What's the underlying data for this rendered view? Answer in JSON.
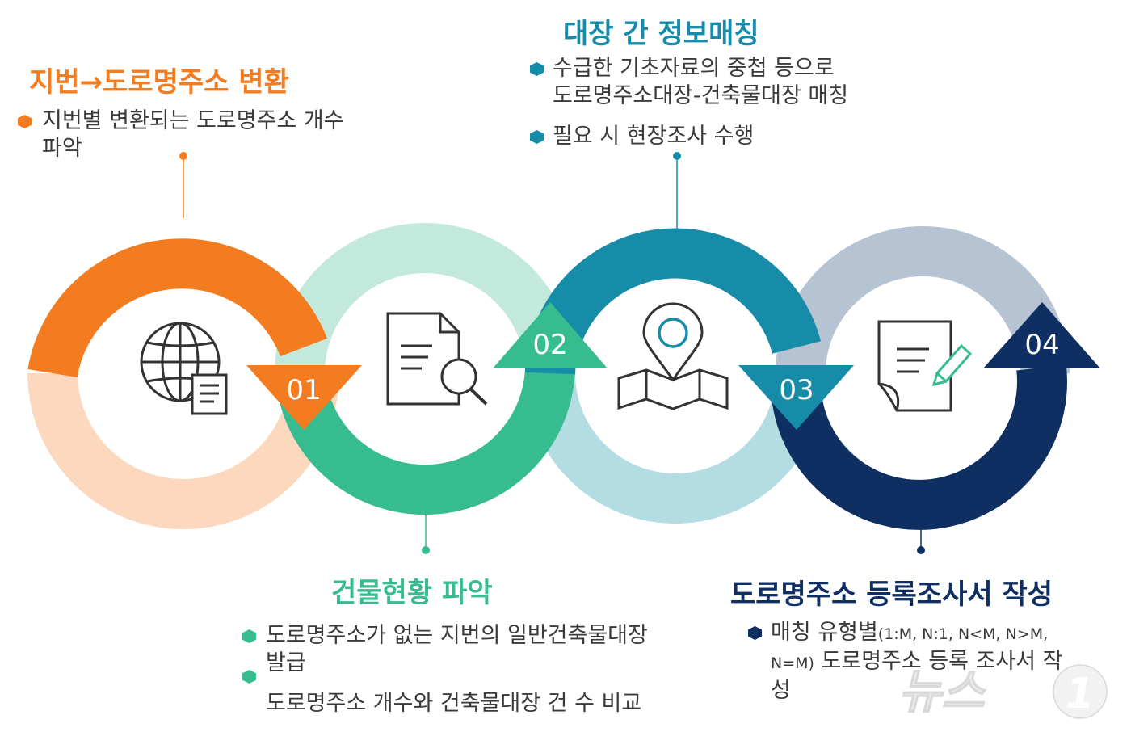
{
  "colors": {
    "orange": "#F47C20",
    "orange_light": "#FCD9BE",
    "green": "#36BC8F",
    "green_light": "#C3E9DD",
    "teal": "#178CA8",
    "teal_light": "#B4DCE3",
    "navy": "#0F2F63",
    "navy_light": "#B5C3D3",
    "icon": "#333333",
    "text": "#3a3a3a"
  },
  "steps": [
    {
      "number": "01",
      "icon": "globe-document-icon",
      "title": "지번→도로명주소 변환",
      "bullets": [
        {
          "lines": [
            "지번별 변환되는 도로명주소 개수",
            "파악"
          ]
        }
      ]
    },
    {
      "number": "02",
      "icon": "document-search-icon",
      "title": "건물현황 파악",
      "bullets": [
        {
          "lines": [
            "도로명주소가 없는 지번의 일반건축물대장",
            "발급"
          ]
        },
        {
          "lines": [
            "도로명주소 개수와 건축물대장 건 수  비교"
          ]
        }
      ]
    },
    {
      "number": "03",
      "icon": "map-pin-icon",
      "title": "대장 간 정보매칭",
      "bullets": [
        {
          "lines": [
            "수급한 기초자료의 중첩 등으로",
            "도로명주소대장-건축물대장 매칭"
          ]
        },
        {
          "lines": [
            "필요 시 현장조사 수행"
          ]
        }
      ]
    },
    {
      "number": "04",
      "icon": "document-pen-icon",
      "title": "도로명주소 등록조사서 작성",
      "bullets": [
        {
          "prefix": "매칭 유형별",
          "small1": "(1:M, N:1, N<M, N>M,",
          "small2": "N=M)",
          "rest2": " 도로명주소 등록 조사서 작",
          "line3": "성"
        }
      ]
    }
  ],
  "watermark": "뉴스1"
}
